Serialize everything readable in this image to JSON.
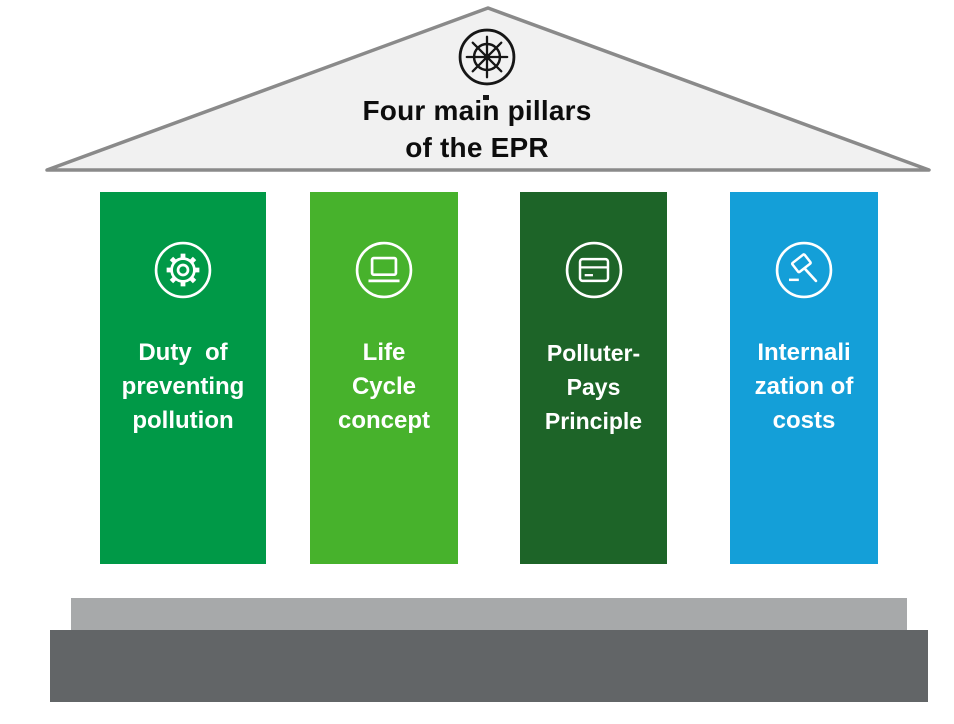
{
  "diagram": {
    "name": "Four main pillars of the EPR",
    "title_lines": [
      "Four main pillars",
      "of the EPR"
    ],
    "roof_icon": "ship-wheel-icon",
    "roof_fill_color": "#F1F1F1",
    "roof_border_color": "#8A8A8A",
    "title_text_color": "#0D0D0D"
  },
  "pillars": [
    {
      "icon": "gear-icon",
      "label": "Duty  of\npreventing\npollution",
      "color": "#009947"
    },
    {
      "icon": "laptop-icon",
      "label": "Life\nCycle\nconcept",
      "color": "#47B22C"
    },
    {
      "icon": "credit-card-icon",
      "label": "Polluter-\nPays\nPrinciple",
      "color": "#1D6428"
    },
    {
      "icon": "gavel-icon",
      "label": "Internali\nzation of\ncosts",
      "color": "#149FD8"
    }
  ],
  "base": {
    "upper_step_color": "#A7A9AA",
    "lower_step_color": "#626567"
  }
}
